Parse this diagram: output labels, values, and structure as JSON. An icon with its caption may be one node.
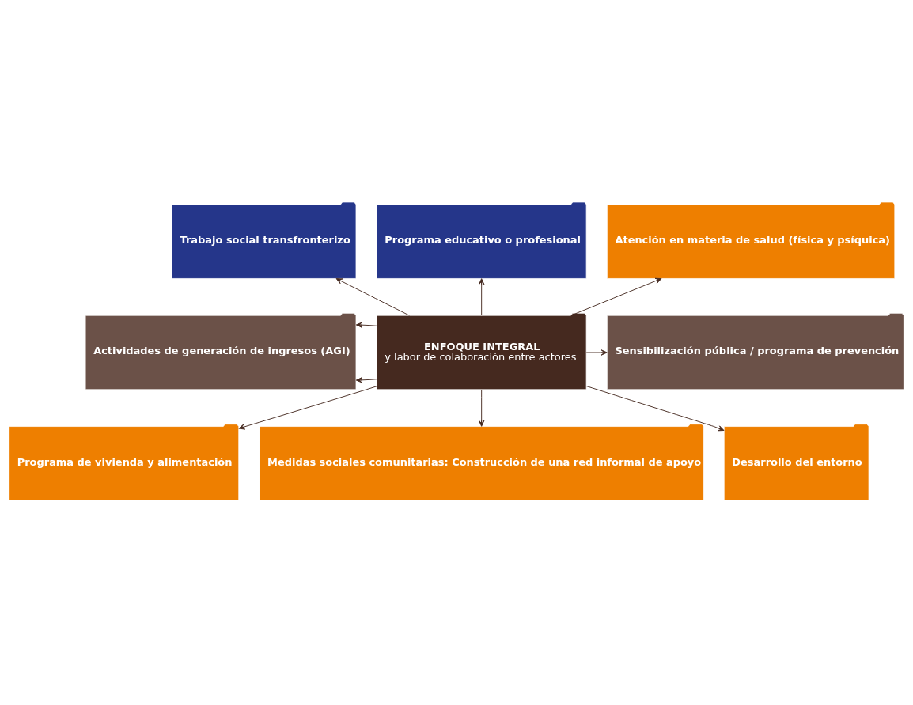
{
  "diagram": {
    "nodes": [
      {
        "text": [
          "Trabajo social transfronterizo"
        ]
      },
      {
        "text": [
          "Programa educativo o profesional"
        ]
      },
      {
        "text": [
          "Atención en materia de salud (física y psíquica)"
        ]
      },
      {
        "text": [
          "Actividades de generación de ingresos (AGI)"
        ]
      },
      {
        "text": [
          "ENFOQUE INTEGRAL",
          "y labor de colaboración entre actores"
        ]
      },
      {
        "text": [
          "Sensibilización pública / programa de prevención"
        ]
      },
      {
        "text": [
          "Programa de vivienda y alimentación"
        ]
      },
      {
        "text": [
          "Medidas sociales comunitarias: Construcción de una red informal de apoyo"
        ]
      },
      {
        "text": [
          "Desarrollo del entorno"
        ]
      }
    ],
    "edges": [
      {
        "from": 4,
        "to": 0,
        "arrow": "to"
      },
      {
        "from": 4,
        "to": 1,
        "arrow": "to"
      },
      {
        "from": 4,
        "to": 2,
        "arrow": "to"
      },
      {
        "from": 4,
        "to": 3,
        "arrow": "to"
      },
      {
        "from": 4,
        "to": 3,
        "arrow": "to"
      },
      {
        "from": 4,
        "to": 5,
        "arrow": "to"
      },
      {
        "from": 4,
        "to": 6,
        "arrow": "to"
      },
      {
        "from": 4,
        "to": 7,
        "arrow": "to"
      },
      {
        "from": 4,
        "to": 8,
        "arrow": "to"
      }
    ]
  }
}
